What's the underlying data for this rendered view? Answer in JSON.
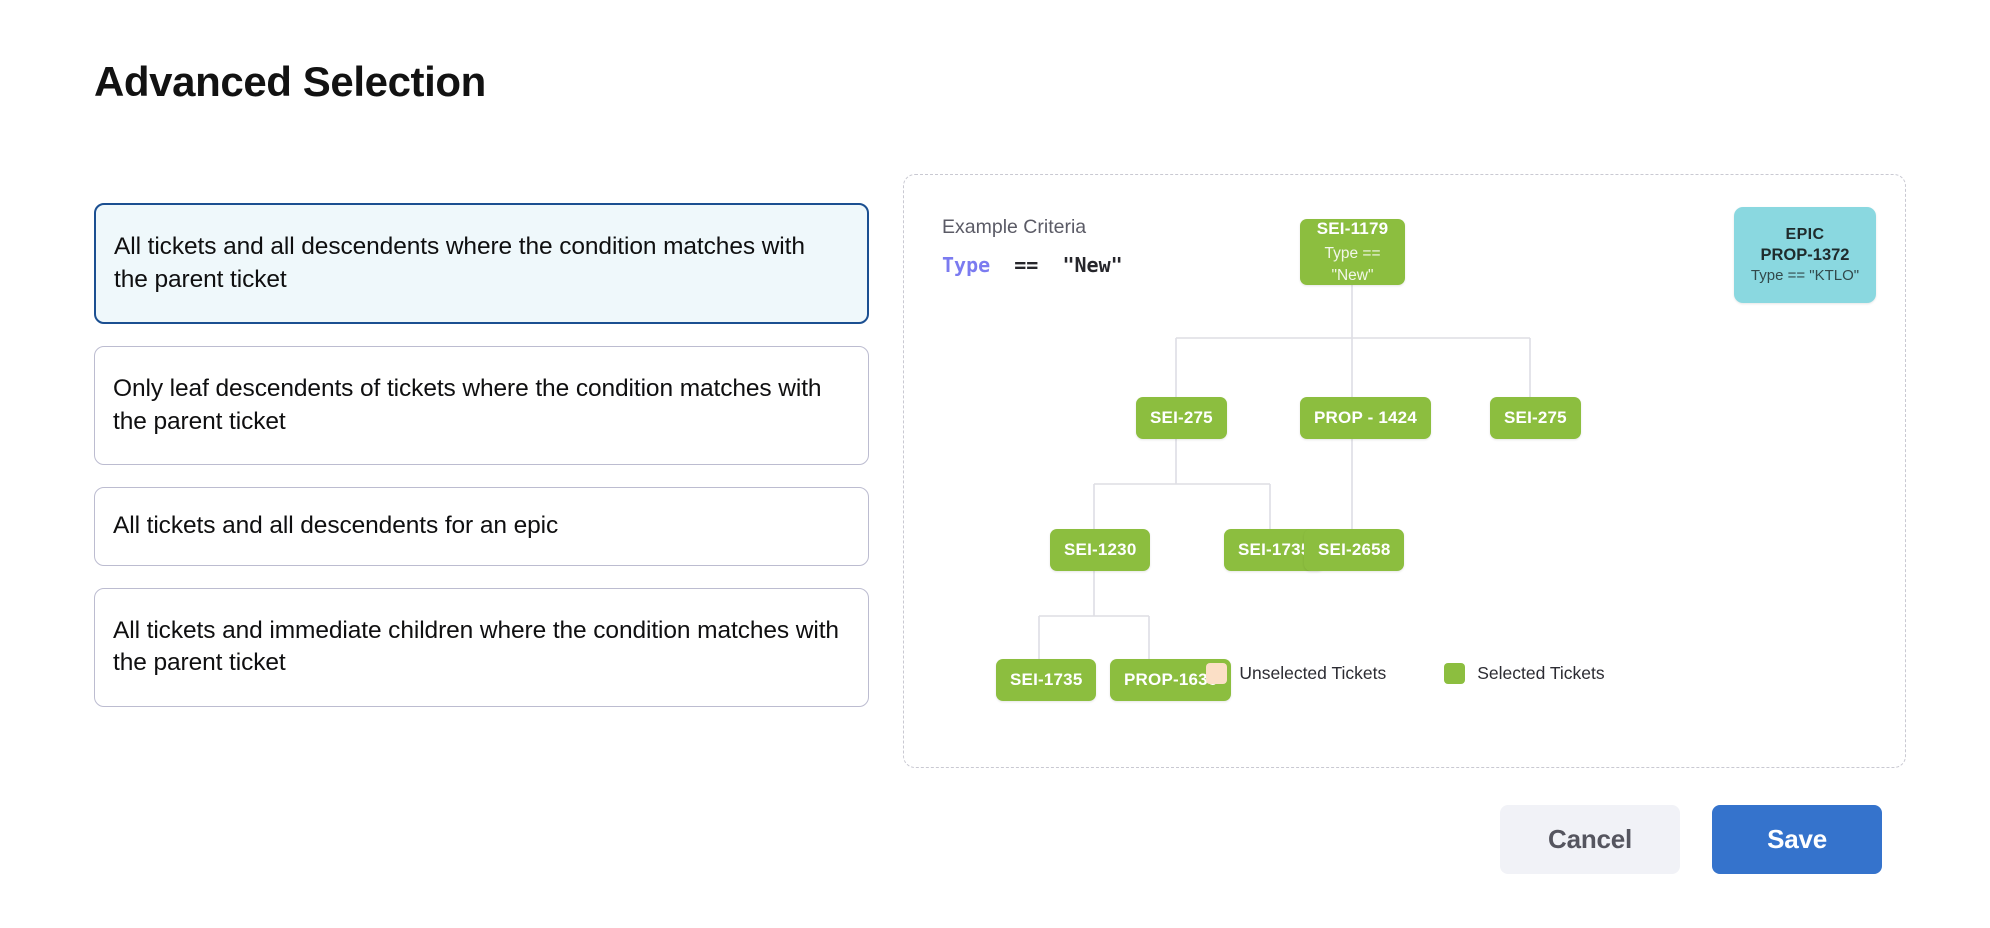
{
  "page": {
    "title": "Advanced Selection"
  },
  "options": [
    {
      "label": "All tickets and all descendents where the condition matches with the parent ticket",
      "selected": true,
      "lines": 2
    },
    {
      "label": "Only leaf descendents of tickets where the condition matches with the parent ticket",
      "selected": false,
      "lines": 2
    },
    {
      "label": "All tickets and all descendents for an epic",
      "selected": false,
      "lines": 1
    },
    {
      "label": "All tickets and immediate children where the condition matches with the parent ticket",
      "selected": false,
      "lines": 2
    }
  ],
  "diagram": {
    "criteria_title": "Example Criteria",
    "criteria_field": "Type",
    "criteria_operator": "==",
    "criteria_value": "\"New\"",
    "nodes": {
      "root": {
        "id": "SEI-1179",
        "condition": "Type == \"New\""
      },
      "epic": {
        "kind": "EPIC",
        "id": "PROP-1372",
        "condition": "Type == \"KTLO\""
      },
      "r2c1": {
        "id": "SEI-275"
      },
      "r2c2": {
        "id": "PROP - 1424"
      },
      "r2c3": {
        "id": "SEI-275"
      },
      "r3c1": {
        "id": "SEI-1230"
      },
      "r3c2": {
        "id": "SEI-1735"
      },
      "r3c3": {
        "id": "SEI-2658"
      },
      "r4c1": {
        "id": "SEI-1735"
      },
      "r4c2": {
        "id": "PROP-1636"
      }
    },
    "legend": [
      {
        "label": "Unselected Tickets",
        "color": "#fbdfc6"
      },
      {
        "label": "Selected Tickets",
        "color": "#8cbe3f"
      }
    ]
  },
  "footer": {
    "cancel_label": "Cancel",
    "save_label": "Save"
  },
  "colors": {
    "selected_node": "#8cbe3f",
    "epic_node": "#8ad8e0",
    "unselected_node": "#fbdfc6",
    "primary": "#3573cc",
    "selected_card_border": "#1b4f91",
    "selected_card_bg": "#eff8fb"
  }
}
